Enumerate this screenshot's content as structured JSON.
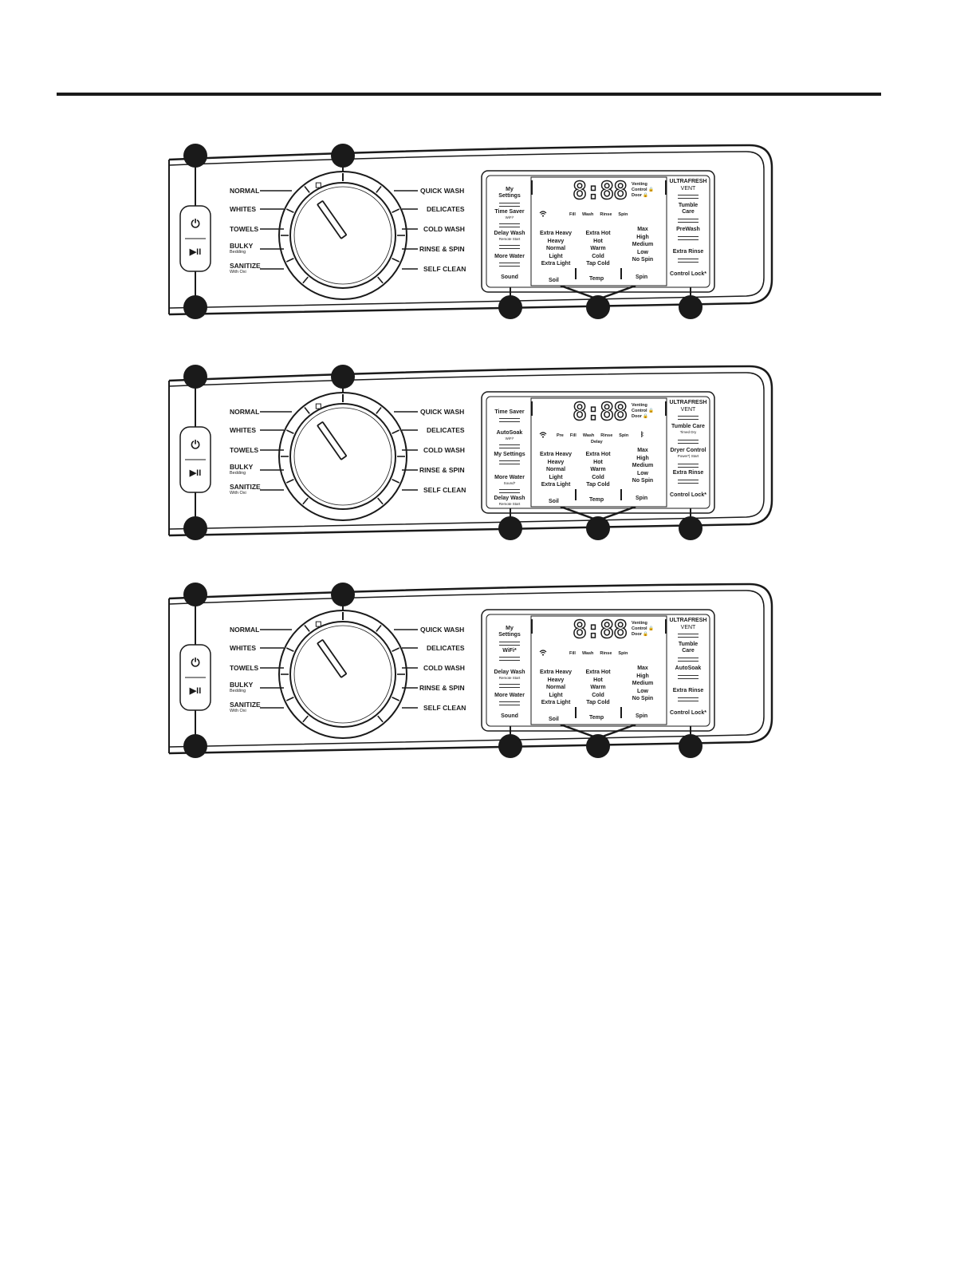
{
  "panels": [
    {
      "icons": {
        "power": "power-icon",
        "start": "play-pause-icon"
      },
      "power_glyph": "⏻",
      "start_glyph": "▶II",
      "cycles_left": [
        {
          "label": "NORMAL",
          "sub": ""
        },
        {
          "label": "WHITES",
          "sub": ""
        },
        {
          "label": "TOWELS",
          "sub": ""
        },
        {
          "label": "BULKY",
          "sub": "Bedding"
        },
        {
          "label": "SANITIZE",
          "sub": "With Oxi"
        }
      ],
      "cycles_right": [
        "QUICK WASH",
        "DELICATES",
        "COLD WASH",
        "RINSE & SPIN",
        "SELF CLEAN"
      ],
      "left_options": [
        {
          "label": "My Settings",
          "sub": ""
        },
        {
          "label": "Time Saver",
          "sub": "WiFi*"
        },
        {
          "label": "Delay Wash",
          "sub": "Remote Start"
        },
        {
          "label": "More Water",
          "sub": ""
        },
        {
          "label": "Sound",
          "sub": ""
        }
      ],
      "display": "8:88",
      "status": [
        "Venting",
        "Control 🔒",
        "Door 🔒"
      ],
      "wifi_icon": "wifi-icon",
      "stages": [
        "Fill",
        "Wash",
        "Rinse",
        "Spin"
      ],
      "extra_stage": "",
      "bluetooth": "",
      "soil_levels": [
        "Extra Heavy",
        "Heavy",
        "Normal",
        "Light",
        "Extra Light"
      ],
      "temp_levels": [
        "Extra Hot",
        "Hot",
        "Warm",
        "Cold",
        "Tap Cold"
      ],
      "spin_levels": [
        "Max",
        "High",
        "Medium",
        "Low",
        "No Spin"
      ],
      "selectors": [
        "Soil",
        "Temp",
        "Spin"
      ],
      "right_options": [
        {
          "label": "ULTRAFRESH",
          "sub": "VENT"
        },
        {
          "label": "Tumble Care",
          "sub": ""
        },
        {
          "label": "PreWash",
          "sub": ""
        },
        {
          "label": "Extra Rinse",
          "sub": ""
        },
        {
          "label": "Control Lock*",
          "sub": ""
        }
      ]
    },
    {
      "icons": {
        "power": "power-icon",
        "start": "play-pause-icon"
      },
      "power_glyph": "⏻",
      "start_glyph": "▶II",
      "cycles_left": [
        {
          "label": "NORMAL",
          "sub": ""
        },
        {
          "label": "WHITES",
          "sub": ""
        },
        {
          "label": "TOWELS",
          "sub": ""
        },
        {
          "label": "BULKY",
          "sub": "Bedding"
        },
        {
          "label": "SANITIZE",
          "sub": "With Oxi"
        }
      ],
      "cycles_right": [
        "QUICK WASH",
        "DELICATES",
        "COLD WASH",
        "RINSE & SPIN",
        "SELF CLEAN"
      ],
      "left_options": [
        {
          "label": "Time Saver",
          "sub": ""
        },
        {
          "label": "AutoSoak",
          "sub": "WiFi*"
        },
        {
          "label": "My Settings",
          "sub": ""
        },
        {
          "label": "More Water",
          "sub": "Sound*"
        },
        {
          "label": "Delay Wash",
          "sub": "Remote Start"
        }
      ],
      "display": "8:88",
      "status": [
        "Venting",
        "Control 🔒",
        "Door 🔒"
      ],
      "wifi_icon": "wifi-icon",
      "stages": [
        "Pre",
        "Fill",
        "Wash",
        "Rinse",
        "Spin"
      ],
      "extra_stage": "Delay",
      "bluetooth": "ᛒ",
      "soil_levels": [
        "Extra Heavy",
        "Heavy",
        "Normal",
        "Light",
        "Extra Light"
      ],
      "temp_levels": [
        "Extra Hot",
        "Hot",
        "Warm",
        "Cold",
        "Tap Cold"
      ],
      "spin_levels": [
        "Max",
        "High",
        "Medium",
        "Low",
        "No Spin"
      ],
      "selectors": [
        "Soil",
        "Temp",
        "Spin"
      ],
      "right_options": [
        {
          "label": "ULTRAFRESH",
          "sub": "VENT"
        },
        {
          "label": "Tumble Care",
          "sub": "Timed Dry"
        },
        {
          "label": "Dryer Control",
          "sub": "Power*| Start"
        },
        {
          "label": "Extra Rinse",
          "sub": ""
        },
        {
          "label": "Control Lock*",
          "sub": ""
        }
      ]
    },
    {
      "icons": {
        "power": "power-icon",
        "start": "play-pause-icon"
      },
      "power_glyph": "⏻",
      "start_glyph": "▶II",
      "cycles_left": [
        {
          "label": "NORMAL",
          "sub": ""
        },
        {
          "label": "WHITES",
          "sub": ""
        },
        {
          "label": "TOWELS",
          "sub": ""
        },
        {
          "label": "BULKY",
          "sub": "Bedding"
        },
        {
          "label": "SANITIZE",
          "sub": "With Oxi"
        }
      ],
      "cycles_right": [
        "QUICK WASH",
        "DELICATES",
        "COLD WASH",
        "RINSE & SPIN",
        "SELF CLEAN"
      ],
      "left_options": [
        {
          "label": "My Settings",
          "sub": ""
        },
        {
          "label": "WiFi*",
          "sub": ""
        },
        {
          "label": "Delay Wash",
          "sub": "Remote Start"
        },
        {
          "label": "More Water",
          "sub": ""
        },
        {
          "label": "Sound",
          "sub": ""
        }
      ],
      "display": "8:88",
      "status": [
        "Venting",
        "Control 🔒",
        "Door 🔒"
      ],
      "wifi_icon": "wifi-icon",
      "stages": [
        "Fill",
        "Wash",
        "Rinse",
        "Spin"
      ],
      "extra_stage": "",
      "bluetooth": "",
      "soil_levels": [
        "Extra Heavy",
        "Heavy",
        "Normal",
        "Light",
        "Extra Light"
      ],
      "temp_levels": [
        "Extra Hot",
        "Hot",
        "Warm",
        "Cold",
        "Tap Cold"
      ],
      "spin_levels": [
        "Max",
        "High",
        "Medium",
        "Low",
        "No Spin"
      ],
      "selectors": [
        "Soil",
        "Temp",
        "Spin"
      ],
      "right_options": [
        {
          "label": "ULTRAFRESH",
          "sub": "VENT"
        },
        {
          "label": "Tumble Care",
          "sub": ""
        },
        {
          "label": "AutoSoak",
          "sub": ""
        },
        {
          "label": "Extra Rinse",
          "sub": ""
        },
        {
          "label": "Control Lock*",
          "sub": ""
        }
      ]
    }
  ]
}
